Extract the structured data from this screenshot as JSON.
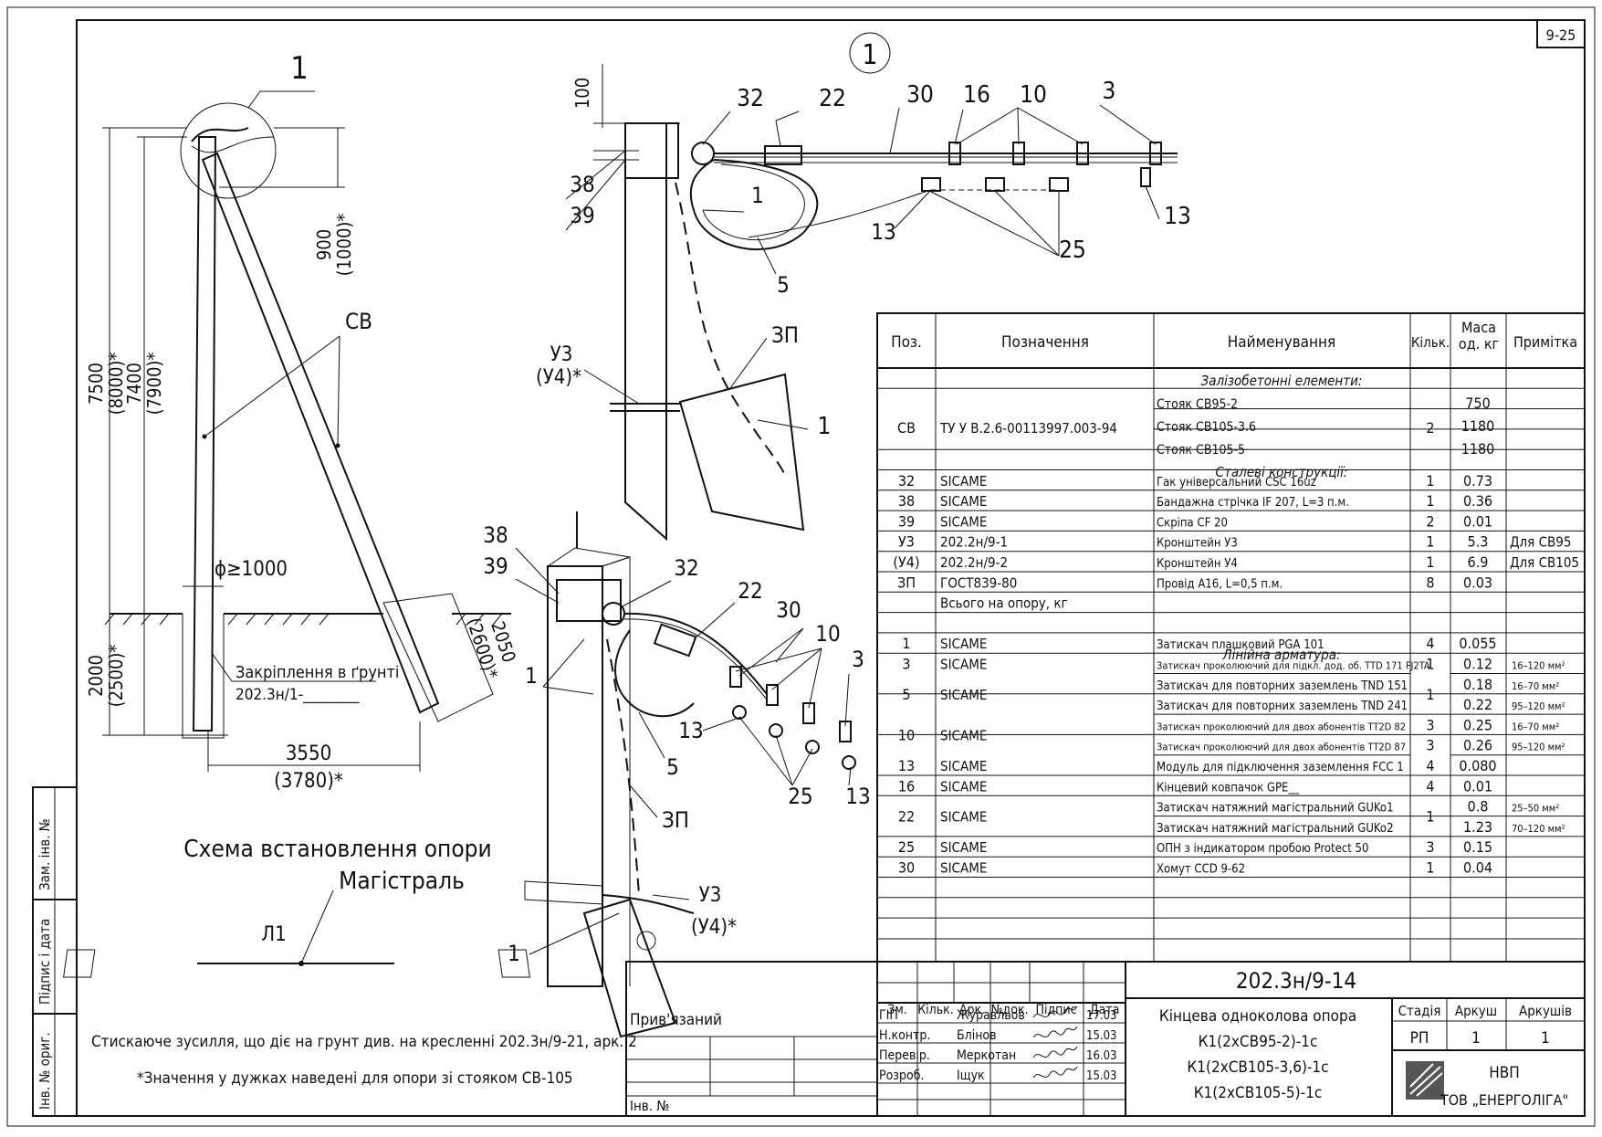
{
  "sheet_code": "9-25",
  "left_drawing": {
    "callout": "1",
    "dims": {
      "h_total_1": "7500",
      "h_total_1_alt": "(8000)*",
      "h_total_2": "7400",
      "h_total_2_alt": "(7900)*",
      "top_h": "900",
      "top_h_alt": "(1000)*",
      "diameter": "ϕ≥1000",
      "ground": "2000",
      "ground_alt": "(2500)*",
      "strut": "2050",
      "strut_alt": "(2600)*",
      "span": "3550",
      "span_alt": "(3780)*"
    },
    "cv_label": "CB",
    "anchor_label": "Закріплення в ґрунті",
    "anchor_ref": "202.3н/1-________"
  },
  "scheme": {
    "title_1": "Схема встановлення опори",
    "title_2": "Магістраль",
    "line_label": "Л1"
  },
  "notes": {
    "line1": "Стискаюче зусилля, що діє на грунт див. на кресленні 202.3н/9-21, арк. 2",
    "line2": "*Значення у дужках наведені для опори зі стояком СВ-105"
  },
  "top_detail": {
    "number": "1",
    "dim_100": "100",
    "labels": [
      "32",
      "22",
      "30",
      "16",
      "10",
      "3",
      "38",
      "39",
      "1",
      "5",
      "13",
      "25",
      "13",
      "ЗП",
      "У3",
      "(У4)*",
      "1"
    ]
  },
  "bottom_detail": {
    "labels": [
      "38",
      "39",
      "32",
      "22",
      "30",
      "10",
      "3",
      "1",
      "13",
      "25",
      "13",
      "5",
      "ЗП",
      "У3",
      "(У4)*",
      "1"
    ]
  },
  "side_stamps": [
    "Інв. № ориг.",
    "Підпис і дата",
    "Зам. інв. №"
  ],
  "spec_table": {
    "headers": [
      "Поз.",
      "Позначення",
      "Найменування",
      "Кільк.",
      "Маса од. кг",
      "Примітка"
    ],
    "sections": {
      "concrete": "Залізобетонні елементи:",
      "steel": "Сталеві конструкції:",
      "fittings": "Лінійна арматура:"
    },
    "cv_rows": {
      "pos": "CB",
      "designation": "ТУ У В.2.6-00113997.003-94",
      "qty": "2",
      "items": [
        {
          "name": "Стояк СВ95-2",
          "mass": "750"
        },
        {
          "name": "Стояк СВ105-3.6",
          "mass": "1180"
        },
        {
          "name": "Стояк СВ105-5",
          "mass": "1180"
        }
      ]
    },
    "steel_rows": [
      {
        "pos": "32",
        "des": "SICAME",
        "name": "Гак універсальний CSC 16uz",
        "qty": "1",
        "mass": "0.73",
        "note": ""
      },
      {
        "pos": "38",
        "des": "SICAME",
        "name": "Бандажна стрічка IF 207, L=3 п.м.",
        "qty": "1",
        "mass": "0.36",
        "note": ""
      },
      {
        "pos": "39",
        "des": "SICAME",
        "name": "Скріпа CF 20",
        "qty": "2",
        "mass": "0.01",
        "note": ""
      },
      {
        "pos": "У3",
        "des": "202.2н/9-1",
        "name": "Кронштейн У3",
        "qty": "1",
        "mass": "5.3",
        "note": "Для СВ95"
      },
      {
        "pos": "(У4)",
        "des": "202.2н/9-2",
        "name": "Кронштейн У4",
        "qty": "1",
        "mass": "6.9",
        "note": "Для СВ105"
      },
      {
        "pos": "ЗП",
        "des": "ГОСТ839-80",
        "name": "Провід А16, L=0,5 п.м.",
        "qty": "8",
        "mass": "0.03",
        "note": ""
      },
      {
        "pos": "",
        "des": "Всього на опору, кг",
        "name": "",
        "qty": "",
        "mass": "",
        "note": ""
      }
    ],
    "fit_1": {
      "pos": "1",
      "des": "SICAME",
      "name": "Затискач плашковий PGA 101",
      "qty": "4",
      "mass": "0.055",
      "note": ""
    },
    "fit_3": {
      "pos": "3",
      "des": "SICAME",
      "name": "Затискач проколюючий для підкл. дод. об. TTD 171 FJ2TA",
      "qty": "1",
      "mass": "0.12",
      "note": "16–120 мм²"
    },
    "fit_5": {
      "pos": "5",
      "des": "SICAME",
      "qty": "1",
      "items": [
        {
          "name": "Затискач для повторних заземлень TND 151",
          "mass": "0.18",
          "note": "16–70 мм²"
        },
        {
          "name": "Затискач для повторних заземлень TND 241",
          "mass": "0.22",
          "note": "95–120 мм²"
        }
      ]
    },
    "fit_10": {
      "pos": "10",
      "des": "SICAME",
      "items": [
        {
          "name": "Затискач проколюючий для двох абонентів TT2D 82",
          "qty": "3",
          "mass": "0.25",
          "note": "16–70 мм²"
        },
        {
          "name": "Затискач проколюючий для двох абонентів TT2D 87",
          "qty": "3",
          "mass": "0.26",
          "note": "95–120 мм²"
        }
      ]
    },
    "fit_13": {
      "pos": "13",
      "des": "SICAME",
      "name": "Модуль для підключення заземлення FCC 1",
      "qty": "4",
      "mass": "0.080",
      "note": ""
    },
    "fit_16": {
      "pos": "16",
      "des": "SICAME",
      "name": "Кінцевий ковпачок GPE__",
      "qty": "4",
      "mass": "0.01",
      "note": ""
    },
    "fit_22": {
      "pos": "22",
      "des": "SICAME",
      "qty": "1",
      "items": [
        {
          "name": "Затискач натяжний магістральний GUKo1",
          "mass": "0.8",
          "note": "25–50 мм²"
        },
        {
          "name": "Затискач натяжний магістральний GUKo2",
          "mass": "1.23",
          "note": "70–120 мм²"
        }
      ]
    },
    "fit_25": {
      "pos": "25",
      "des": "SICAME",
      "name": "ОПН з індикатором пробою Protect 50",
      "qty": "3",
      "mass": "0.15",
      "note": ""
    },
    "fit_30": {
      "pos": "30",
      "des": "SICAME",
      "name": "Хомут CCD 9-62",
      "qty": "1",
      "mass": "0.04",
      "note": ""
    }
  },
  "title_block": {
    "code": "202.3н/9-14",
    "linked": "Прив'язаний",
    "inv": "Інв. №",
    "rev_headers": [
      "Зм.",
      "Кільк.",
      "Арк.",
      "№док.",
      "Підпис",
      "Дата"
    ],
    "signatures": [
      {
        "role": "ГІП",
        "name": "Журавльов",
        "date": "17.03"
      },
      {
        "role": "Н.контр.",
        "name": "Блінов",
        "date": "15.03"
      },
      {
        "role": "Перевір.",
        "name": "Меркотан",
        "date": "16.03"
      },
      {
        "role": "Розроб.",
        "name": "Іщук",
        "date": "15.03"
      }
    ],
    "name_1": "Кінцева одноколова опора",
    "name_2": "К1(2хСВ95-2)-1с",
    "name_3": "К1(2хСВ105-3,6)-1с",
    "name_4": "К1(2хСВ105-5)-1с",
    "stage_h": "Стадія",
    "sheet_h": "Аркуш",
    "sheets_h": "Аркушів",
    "stage": "РП",
    "sheet": "1",
    "sheets": "1",
    "org_1": "НВП",
    "org_2": "ТОВ „ЕНЕРГОЛІГА\""
  }
}
